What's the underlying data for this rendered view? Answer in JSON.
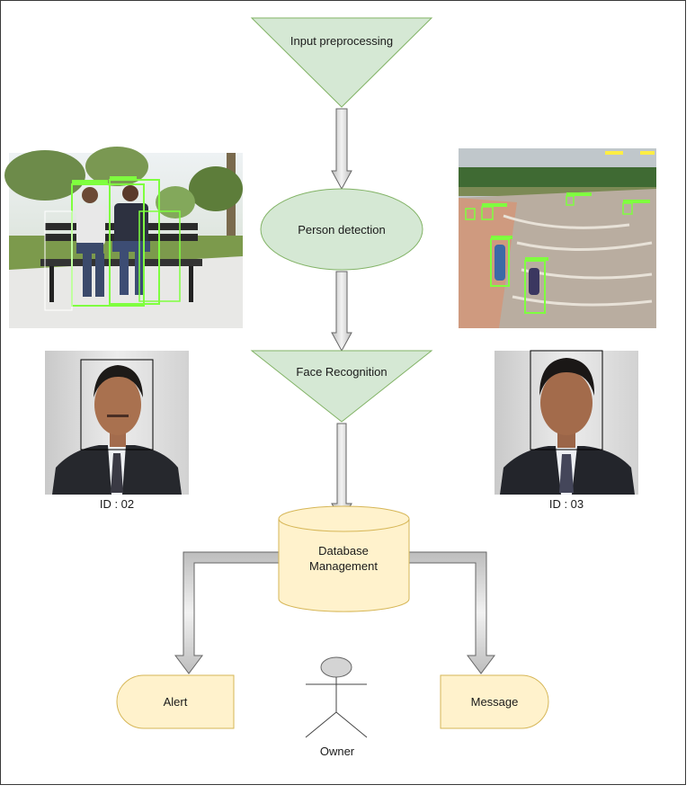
{
  "nodes": {
    "input_preprocessing": "Input preprocessing",
    "person_detection": "Person detection",
    "face_recognition": "Face Recognition",
    "database_line1": "Database",
    "database_line2": "Management",
    "alert": "Alert",
    "message": "Message",
    "owner": "Owner"
  },
  "photos": {
    "id_left": "ID : 02",
    "id_right": "ID : 03"
  },
  "colors": {
    "green_fill": "#d5e8d4",
    "green_stroke": "#82b366",
    "yellow_fill": "#fff2cc",
    "yellow_stroke": "#d6b656",
    "arrow_fill": "#d4d4d4",
    "arrow_stroke": "#666666",
    "bbox_green": "#7fff3f"
  },
  "icons": {
    "bench_photo": "bench-detection-photo",
    "beach_photo": "beach-detection-photo",
    "portrait_left": "portrait-photo",
    "portrait_right": "portrait-photo",
    "owner": "actor-icon"
  }
}
